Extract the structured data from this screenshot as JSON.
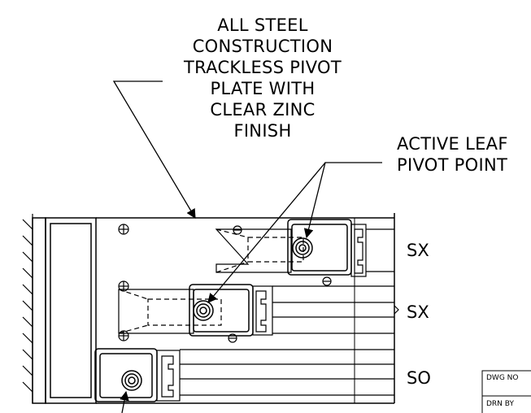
{
  "callouts": {
    "steel_plate": [
      "ALL STEEL",
      "CONSTRUCTION",
      "TRACKLESS PIVOT",
      "PLATE WITH",
      "CLEAR ZINC",
      "FINISH"
    ],
    "active_leaf": [
      "ACTIVE LEAF",
      "PIVOT POINT"
    ]
  },
  "panel_labels": {
    "sx_top": "SX",
    "sx_middle": "SX",
    "so_bottom": "SO"
  },
  "title_block": {
    "dwg_no_label": "DWG NO",
    "drn_by_label": "DRN BY"
  }
}
